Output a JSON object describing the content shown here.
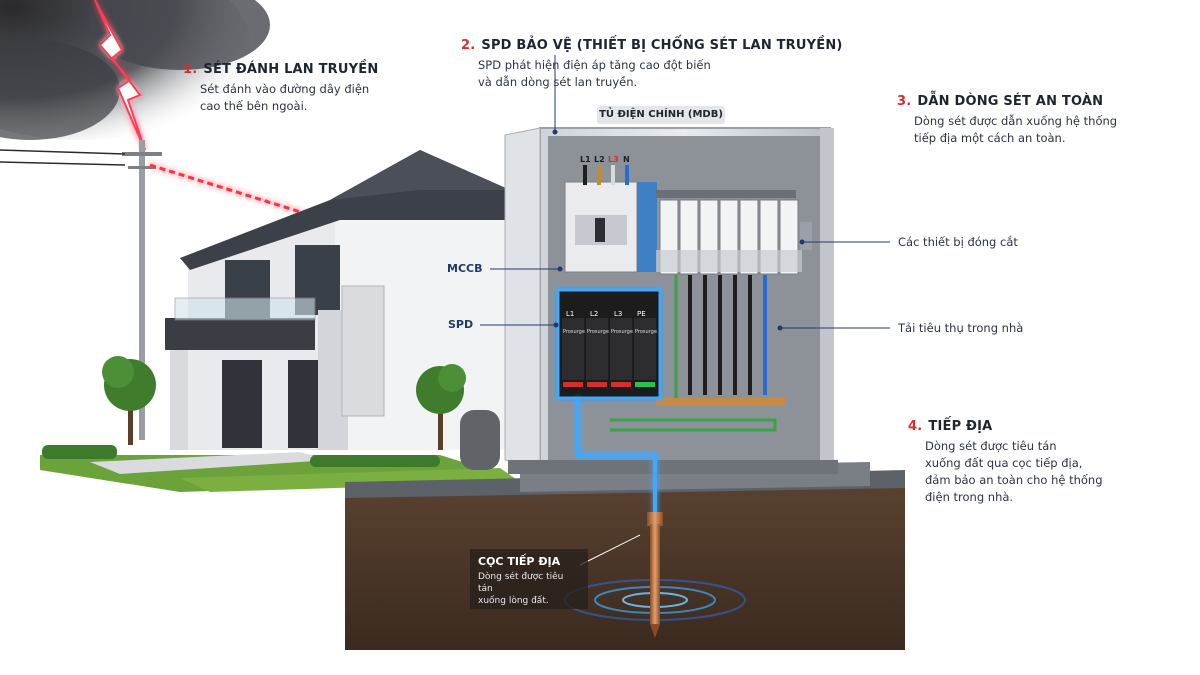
{
  "panel_title": "TỦ ĐIỆN CHÍNH (MDB)",
  "steps": [
    {
      "num": "1.",
      "title": "SÉT ĐÁNH LAN TRUYỀN",
      "desc": [
        "Sét đánh vào đường dây điện",
        "cao thế bên ngoài."
      ]
    },
    {
      "num": "2.",
      "title": "SPD BẢO VỆ (THIẾT BỊ CHỐNG SÉT LAN TRUYỀN)",
      "desc": [
        "SPD phát hiện điện áp tăng cao đột biến",
        "và dẫn dòng sét lan truyền."
      ]
    },
    {
      "num": "3.",
      "title": "DẪN DÒNG SÉT AN TOÀN",
      "desc": [
        "Dòng sét được dẫn xuống hệ thống",
        "tiếp địa một cách an toàn."
      ]
    },
    {
      "num": "4.",
      "title": "TIẾP ĐỊA",
      "desc": [
        "Dòng sét được tiêu tán",
        "xuống đất qua cọc tiếp địa,",
        "đảm bảo an toàn cho hệ thống",
        "điện trong nhà."
      ]
    }
  ],
  "labels": {
    "mccb": "MCCB",
    "spd": "SPD",
    "switching": "Các thiết bị đóng cắt",
    "load": "Tải tiêu thụ trong nhà"
  },
  "ground_rod": {
    "title": "CỌC TIẾP ĐỊA",
    "desc": [
      "Dòng sét được tiêu tán",
      "xuống lòng đất."
    ]
  },
  "busbar_labels": [
    "L1",
    "L2",
    "L3",
    "N"
  ],
  "spd_modules": [
    "L1",
    "L2",
    "L3",
    "PE"
  ],
  "spd_brand": "Prosurge",
  "colors": {
    "accent_red": "#d32f2f",
    "glow_blue": "#3fa9ff",
    "label_navy": "#1e3a6e",
    "spd_body": "#1b1b1d",
    "soil": "#4a3526",
    "copper": "#b8703f"
  }
}
